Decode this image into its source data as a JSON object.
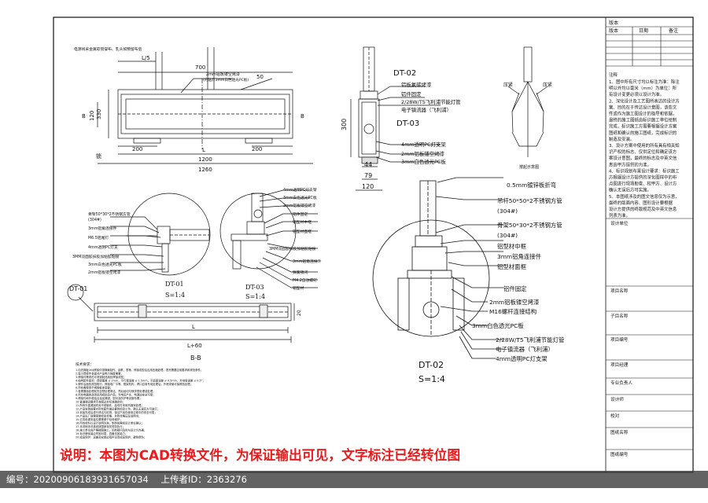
{
  "title_block": {
    "rows_top": [
      {
        "a": "版本"
      },
      {
        "a": "版本",
        "b": "日期",
        "c": "备注"
      }
    ],
    "notes_title": "注释",
    "notes": [
      "1、图中所有尺寸均以标注为准：除注",
      "明以外均以毫米（mm）为单位：所",
      "有设计变更必须以设计为准。",
      "2、深化设计及工艺图所表达的设计方",
      "案、目的在于传达设计意图，该些文",
      "件或作为施工图设计的指导和依据，",
      "最终的施工图纸由标识施工单位绘制",
      "完成，标识施工方需要根据设计方案",
      "图纸和确认的施工图纸，完成标识的",
      "制造及安装。",
      "3、设计方案中使用的所有具有相关知",
      "识产权的标志、仅供定位和确定该方",
      "案设计意图，最终的标志及中英文信",
      "息由甲方提供的为准。",
      "4、标识规划布置设计要求：标识施工",
      "方根据设计方提供的深化图样中的布",
      "点图进行现场勘查、校甲方、设计方",
      "确认无误后方可实施。",
      "5、本图纸涉及的图文信息仅为示意，",
      "最终的版面内容、图形设计要根据",
      "设计方提供的终版规范及中英文信息",
      "列表为准。"
    ],
    "fields": [
      "设计单位",
      "项目名称",
      "子目名称",
      "项目编号",
      "项目经理",
      "专业负责人",
      "设计师",
      "校对",
      "图纸名称",
      "图纸编号"
    ]
  },
  "front_view": {
    "note_top": "电源线采金属软管穿布、乳头如预留布后",
    "dim_L5": "L/5",
    "dim_700": "700",
    "callout_1a": "2mm铝板镂空烤漆",
    "callout_1b": "(内贴灯3mm白色透光PC板)",
    "dim_50": "50",
    "dim_330": "330",
    "dim_120": "120",
    "label_B_left": "B",
    "label_B_right": "B",
    "dim_200_left": "200",
    "dim_200_right": "200",
    "label_L": "L",
    "label_lock": "锁",
    "dim_1200": "1200",
    "dim_1260": "1260"
  },
  "section_top": {
    "label_DT02": "DT-02",
    "label_DT03": "DT-03",
    "c1": "铝板氟碳烤漆",
    "c2": "铝件固定",
    "c3": "2/28W/T5飞利浦节能灯管",
    "c4": "电子镇流器（飞利浦）",
    "c5": "4mm透明PC灯支架",
    "c6": "2mm铝板镂空烤漆",
    "c7": "3mm白色透光PC板",
    "dim_300": "300",
    "dim_44": "44",
    "dim_79": "79",
    "dim_120": "120"
  },
  "install_diagram": {
    "label_left": "压紧",
    "label_right": "压紧",
    "caption": "按起示意图"
  },
  "detail_left": {
    "c1": "骨架50*30*2不锈钢方管",
    "c1b": "(304#)",
    "c2": "3mm铝角连接件",
    "c3": "M6.5铝尾钉",
    "c4": "4mm透明PC灯支",
    "c5": "3MM双面胶抹胶加粘胶粘接",
    "c6": "3mm白色透光PC板",
    "c7": "2mm铝板镂空烤漆",
    "label": "DT-01",
    "scale": "S=1:4"
  },
  "detail_mid": {
    "c1": "4mm透明PC灯支架",
    "c2": "3mm白色透光PC板",
    "c3": "2mm铝板镂空烤漆",
    "c4": "铝件固定",
    "c5": "铝型材中框",
    "c6": "铝型材面框",
    "c7": "3MM双面胶抹胶加粘胶粘接",
    "c8": "3mm铝角连接件",
    "c9": "弹簧锁闭",
    "c10": "M4.2自攻螺钉",
    "c11": "铝型材",
    "label": "DT-03",
    "scale": "S=1:4"
  },
  "section_bb": {
    "label_DT01": "DT-01",
    "dim_20": "20",
    "dim_L": "L",
    "dim_L60": "L+60",
    "title": "B-B"
  },
  "detail_large": {
    "c1": "0.5mm镀锌板折弯",
    "c2": "吊杆50*50*2不锈钢方管",
    "c2b": "(304#)",
    "c3": "骨架50*30*2不锈钢方管",
    "c3b": "(304#)",
    "c4": "铝型材中框",
    "c5": "3mm铝角连接件",
    "c6": "铝型材面框",
    "c7": "铝件固定",
    "c8": "2mm铝板镂空烤漆",
    "c9": "M16螺杆连接结构",
    "c10": "3mm白色透光PC板",
    "c11": "2/28W/T5飞利浦节能灯管",
    "c12": "电子镇流器（飞利浦）",
    "c13": "4mm透明PC灯支架",
    "label": "DT-02",
    "scale": "S=1:4"
  },
  "tech_notes": {
    "title": "技术要求：",
    "lines": [
      "1.向内弹板304焊接件带弹簧制作、涂覆、表等。焊接成型后应用压缩处理，表完需要应用要求和规范条件；",
      "2.属于焊接件表面对产品电力强度需要；",
      "3.焊接件需求的平底铜制品用处焊接成型；",
      "4.结构配件面积：焊接图差 ≤ 2mm，平行度误差 ≤ 1.5mm，平面度误差 ≤ 0.5mm，外地角误差 ≤ 0.5°；",
      "5.焊件后面的规范程行，焊接电厂平等、框架机构，焊口应用专用处理后，外喷漆使可接照色处理；",
      "6.所有需使用不锈钢板体面管；",
      "7.各需要面处理前完全预处理清洁，然后经均匀喷漆预处理或处理；",
      "8.所有电器的选用采用规定品产品，当电后产生、电源应安全可靠；",
      "9.焊接件和外框结合连结紧固，密封及防护等设施布置；",
      "10.管道铺设要求不准超过本标准确定的；",
      "11.所有外露紧固件用不锈钢件，高低件采用热镀锌处理；",
      "12.产品安装前要对所有配件做必要的检验工作，确认无误后方可进行；",
      "13.安装完成后进行清洁与检测，保证产品在使用过程中的安全可靠；",
      "14.产品出厂前需预装检验合格，并附合格证及说明书；",
      "15.灯具电源安装位置需便于检修维护；",
      "16.所有材料以设计说明为准，制作前需经设计单位确认；",
      "17.本说明未尽事宜按国家相关规范执行；",
      "18.施工单位应严格按图施工，如有疑问及时与设计方沟通；",
      "19.标识牌安装应牢固可靠，具备抗风能力；",
      "20.成品保护：运输及安装过程中注意成品保护，避免损伤；"
    ]
  },
  "bottom_notice": "说明：本图为CAD转换文件，为保证输出可见，文字标注已经转位图",
  "footer": {
    "id_label": "编号：",
    "id_value": "20200906183931657034",
    "uploader_label": "上传者ID：",
    "uploader_value": "2363276"
  },
  "colors": {
    "notice_red": "#e81c1c",
    "line": "#111111",
    "footer_bar": "#5a5a5a",
    "footer_text": "#ffffff"
  }
}
